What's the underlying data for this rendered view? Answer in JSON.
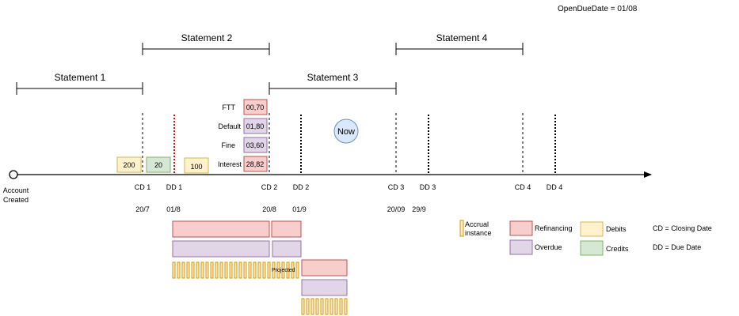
{
  "header": {
    "open_due_date": "OpenDueDate = 01/08"
  },
  "statements": [
    {
      "label": "Statement 1"
    },
    {
      "label": "Statement 2"
    },
    {
      "label": "Statement 3"
    },
    {
      "label": "Statement 4"
    }
  ],
  "timeline": {
    "start_label_line1": "Account",
    "start_label_line2": "Created",
    "markers": [
      {
        "code": "CD 1",
        "date": "20/7"
      },
      {
        "code": "DD 1",
        "date": "01/8"
      },
      {
        "code": "CD 2",
        "date": "20/8"
      },
      {
        "code": "DD 2",
        "date": "01/9"
      },
      {
        "code": "CD 3",
        "date": "20/09"
      },
      {
        "code": "DD 3",
        "date": "29/9"
      },
      {
        "code": "CD 4",
        "date": ""
      },
      {
        "code": "DD 4",
        "date": ""
      }
    ],
    "now_label": "Now"
  },
  "transactions": [
    {
      "value": "200",
      "kind": "debit"
    },
    {
      "value": "20",
      "kind": "credit"
    },
    {
      "value": "100",
      "kind": "debit"
    }
  ],
  "charges": [
    {
      "label": "FTT",
      "value": "00,70",
      "kind": "refinancing"
    },
    {
      "label": "Default",
      "value": "01,80",
      "kind": "overdue"
    },
    {
      "label": "Fine",
      "value": "03,60",
      "kind": "overdue"
    },
    {
      "label": "Interest",
      "value": "28,82",
      "kind": "refinancing"
    }
  ],
  "projected_label": "Projected",
  "legend": {
    "accrual_line1": "Accrual",
    "accrual_line2": "instance",
    "refinancing": "Refinancing",
    "overdue": "Overdue",
    "debits": "Debits",
    "credits": "Credits",
    "closing_date": "CD = Closing Date",
    "due_date": "DD = Due Date"
  },
  "colors": {
    "refinancing_fill": "#f8cecc",
    "refinancing_stroke": "#b85450",
    "overdue_fill": "#e1d5e7",
    "overdue_stroke": "#9673a6",
    "debit_fill": "#fff2cc",
    "debit_stroke": "#d6b656",
    "credit_fill": "#d5e8d4",
    "credit_stroke": "#82b366",
    "accrual_fill": "#ffe6cc",
    "accrual_stroke": "#d79b00",
    "now_fill": "#dae8fc",
    "now_stroke": "#6c8ebf",
    "due_date_1_line": "#ff0000"
  }
}
